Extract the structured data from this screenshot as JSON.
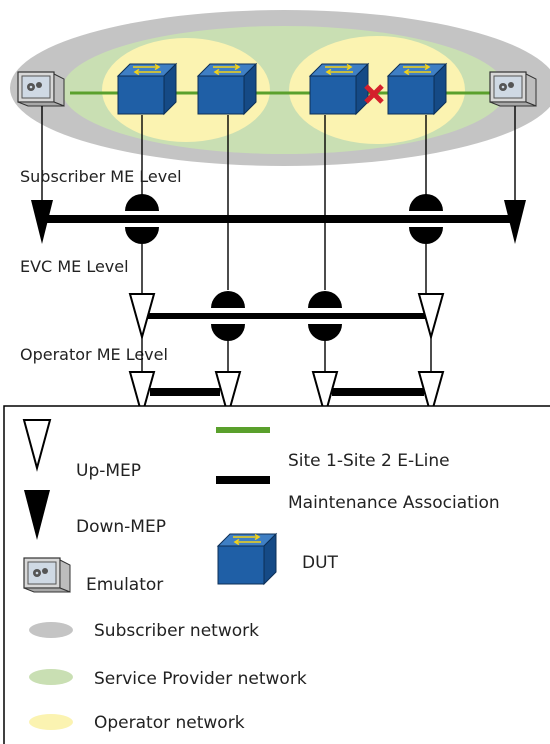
{
  "diagram": {
    "levels": {
      "subscriber": "Subscriber ME Level",
      "evc": "EVC ME Level",
      "operator": "Operator ME Level"
    },
    "legend": {
      "up_mep": "Up-MEP",
      "down_mep": "Down-MEP",
      "emulator": "Emulator",
      "eline": "Site 1-Site 2 E-Line",
      "maintenance": "Maintenance Association",
      "dut": "DUT",
      "subscriber_network": "Subscriber network",
      "service_provider_network": "Service Provider network",
      "operator_network": "Operator network"
    },
    "colors": {
      "subscriber_network": "#c4c4c4",
      "service_provider_network": "#c9dfb3",
      "operator_network": "#fbf3b1",
      "eline": "#5aa02c",
      "maintenance": "#000000",
      "dut_body": "#1f5fa6",
      "failure_mark": "#d4202c"
    },
    "icons": [
      "switch-icon",
      "emulator-icon",
      "failure-x-icon",
      "up-mep-icon",
      "down-mep-icon"
    ]
  }
}
